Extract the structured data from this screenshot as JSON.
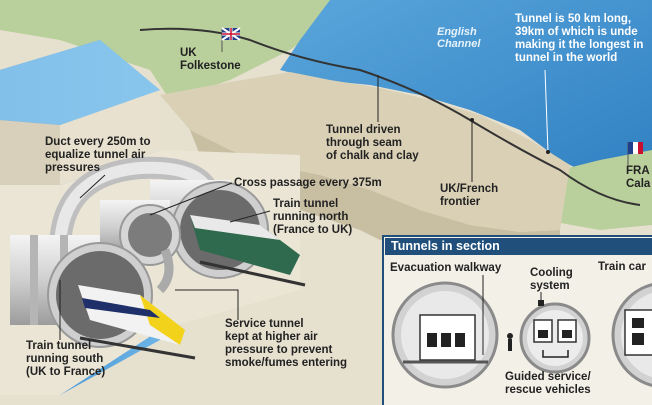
{
  "labels": {
    "uk_folkestone": [
      "UK",
      "Folkestone"
    ],
    "english_channel": [
      "English",
      "Channel"
    ],
    "tunnel_length": [
      "Tunnel is 50 km long,",
      "39km of which is unde",
      "making it the longest in",
      "tunnel in the world"
    ],
    "france_calais": [
      "FRA",
      "Cala"
    ],
    "duct": [
      "Duct every 250m to",
      "equalize tunnel air",
      "pressures"
    ],
    "tunnel_driven": [
      "Tunnel driven",
      "through seam",
      "of chalk and clay"
    ],
    "uk_french_frontier": [
      "UK/French",
      "frontier"
    ],
    "cross_passage": "Cross passage every 375m",
    "train_north": [
      "Train tunnel",
      "running north",
      "(France  to UK)"
    ],
    "train_south": [
      "Train tunnel",
      "running south",
      "(UK to France)"
    ],
    "service_tunnel": [
      "Service tunnel",
      "kept at higher air",
      "pressure to prevent",
      "smoke/fumes entering"
    ]
  },
  "section": {
    "title": "Tunnels in section",
    "evacuation_walkway": "Evacuation walkway",
    "cooling_system": [
      "Cooling",
      "system"
    ],
    "train_car": "Train car",
    "guided_vehicles": [
      "Guided service/",
      "rescue vehicles"
    ]
  },
  "colors": {
    "sea": "#3f8fce",
    "sea_light": "#7fbfe8",
    "land": "#b8cf9a",
    "chalk": "#d8cfb8",
    "panel_header": "#1f4f7a",
    "eurostar_yellow": "#f2d21b",
    "train_green": "#2e6b4a"
  },
  "icons": [
    "uk-flag-icon",
    "france-flag-icon"
  ]
}
